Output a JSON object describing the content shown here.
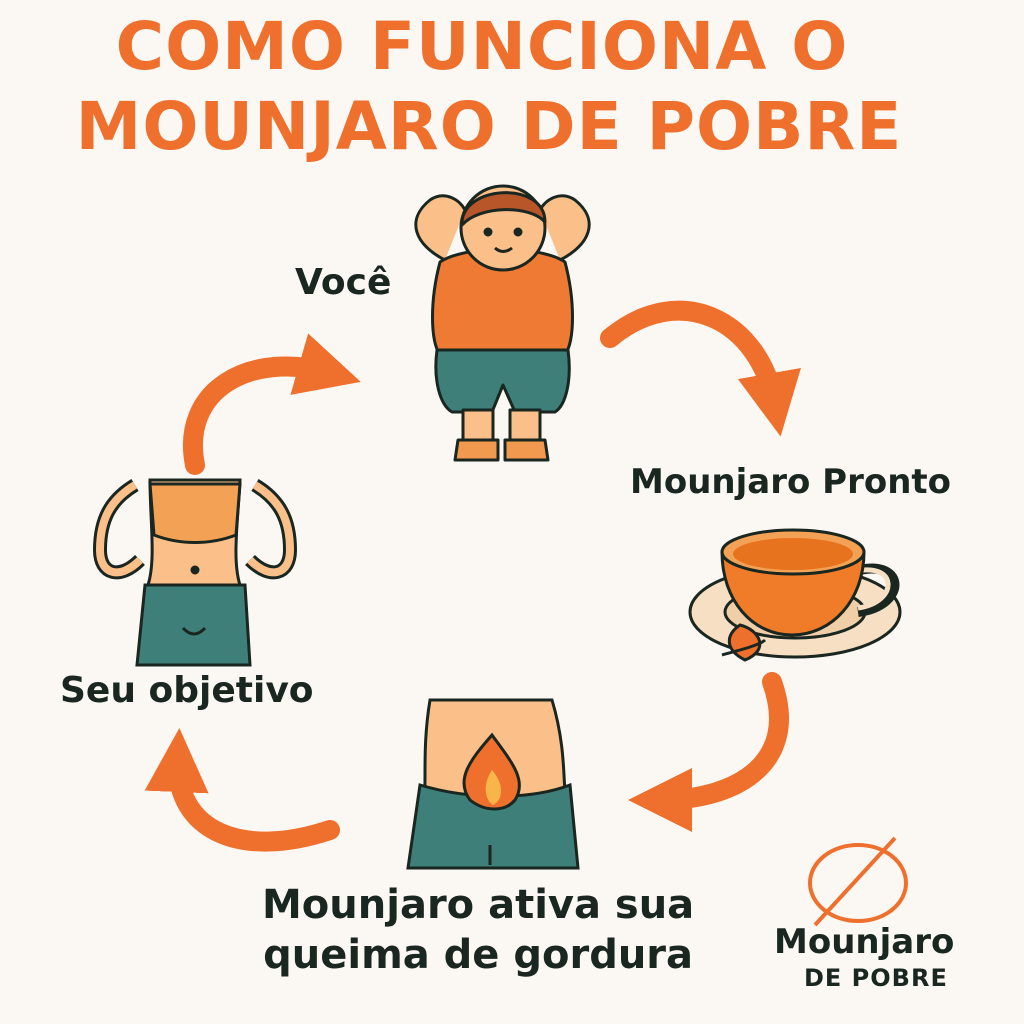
{
  "title": {
    "line1": "COMO FUNCIONA O",
    "line2": "MOUNJARO DE POBRE"
  },
  "steps": [
    {
      "label": "Você",
      "icon": "overweight-person-icon"
    },
    {
      "label": "Mounjaro Pronto",
      "icon": "tea-cup-icon"
    },
    {
      "label_line1": "Mounjaro ativa sua",
      "label_line2": "queima de gordura",
      "icon": "fat-burning-belly-icon"
    },
    {
      "label": "Seu objetivo",
      "icon": "slim-waist-icon"
    }
  ],
  "logo": {
    "line1": "Mounjaro",
    "line2": "DE POBRE"
  },
  "colors": {
    "accent": "#ef6f2d",
    "text": "#1a2620",
    "pants": "#3f7f7a",
    "skin": "#fbbf8a",
    "background": "#fbf8f3"
  }
}
